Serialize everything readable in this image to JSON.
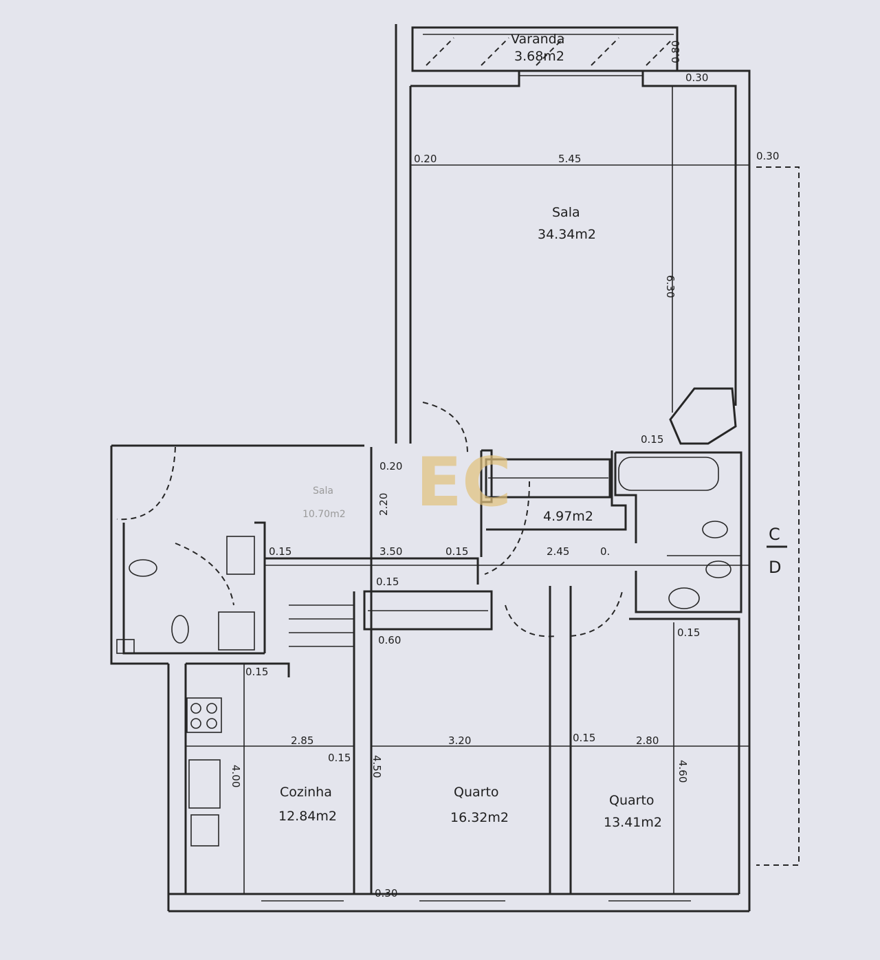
{
  "rooms": {
    "varanda": {
      "name": "Varanda",
      "area": "3.68m2"
    },
    "sala": {
      "name": "Sala",
      "area": "34.34m2"
    },
    "hall": {
      "area": "4.97m2"
    },
    "faded": {
      "name": "Sala",
      "area": "10.70m2"
    },
    "cozinha": {
      "name": "Cozinha",
      "area": "12.84m2"
    },
    "quarto1": {
      "name": "Quarto",
      "area": "16.32m2"
    },
    "quarto2": {
      "name": "Quarto",
      "area": "13.41m2"
    }
  },
  "dimensions": {
    "varanda_depth": "0.80",
    "top_right_wall": "0.30",
    "sala_left_wall": "0.20",
    "sala_width": "5.45",
    "sala_right_wall": "0.30",
    "sala_depth": "6.30",
    "bath_wall": "0.15",
    "hall_wall_top": "0.20",
    "hall_depth": "2.20",
    "left_wall": "0.15",
    "corridor_width": "3.50",
    "corridor_wall": "0.15",
    "hall_width": "2.45",
    "hall_end": "0.",
    "corridor_wall_low": "0.15",
    "closet_depth": "0.60",
    "quarto2_wall": "0.15",
    "kitchen_wall_top": "0.15",
    "kitchen_width": "2.85",
    "kitchen_wall": "0.15",
    "kitchen_depth": "4.00",
    "quarto1_depth": "4.50",
    "quarto1_width": "3.20",
    "quarto_wall": "0.15",
    "quarto2_width": "2.80",
    "quarto2_depth": "4.60",
    "bottom_wall": "0.30"
  },
  "section_marker": {
    "top": "C",
    "bottom": "D"
  },
  "watermark": "EC",
  "colors": {
    "paper": "#e4e5ed",
    "lines": "#262626",
    "watermark": "#e2c27c"
  }
}
